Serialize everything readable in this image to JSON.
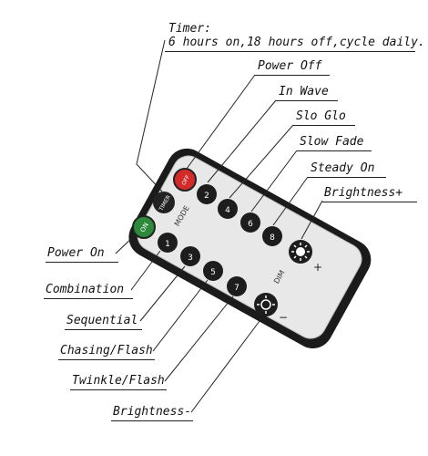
{
  "timer": {
    "title": "Timer:",
    "detail": "6 hours on,18 hours off,cycle daily."
  },
  "labels_right": {
    "power_off": "Power Off",
    "in_wave": "In Wave",
    "slo_glo": "Slo Glo",
    "slow_fade": "Slow Fade",
    "steady_on": "Steady On",
    "brightness_plus": "Brightness+"
  },
  "labels_left": {
    "power_on": "Power On",
    "combination": "Combination",
    "sequential": "Sequential",
    "chasing_flash": "Chasing/Flash",
    "twinkle_flash": "Twinkle/Flash",
    "brightness_minus": "Brightness-"
  },
  "remote": {
    "timer_btn": "TIMER",
    "off_btn": "OFF",
    "on_btn": "ON",
    "mode_label": "MODE",
    "dim_label": "DIM",
    "plus_sign": "+",
    "minus_sign": "−",
    "numbers": [
      "1",
      "2",
      "3",
      "4",
      "5",
      "6",
      "7",
      "8"
    ],
    "colors": {
      "off": "#d32a2a",
      "on": "#2d8a3a",
      "body": "#1a1a1a",
      "panel": "#e9e9e9"
    }
  }
}
